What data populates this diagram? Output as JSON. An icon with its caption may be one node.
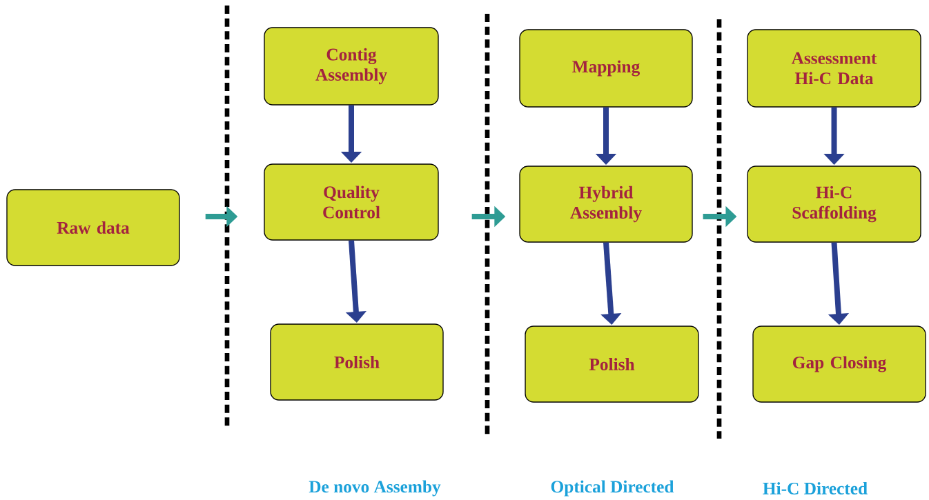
{
  "diagram": {
    "nodes": [
      {
        "text": [
          "Raw data"
        ]
      },
      {
        "text": [
          "Contig Assembly"
        ]
      },
      {
        "text": [
          "Quality Control"
        ]
      },
      {
        "text": [
          "Polish"
        ]
      },
      {
        "text": [
          "Mapping"
        ]
      },
      {
        "text": [
          "Hybrid Assembly"
        ]
      },
      {
        "text": [
          "Polish"
        ]
      },
      {
        "text": [
          "Assessment Hi-C Data"
        ]
      },
      {
        "text": [
          "Hi-C Scaffolding"
        ]
      },
      {
        "text": [
          "Gap Closing"
        ]
      }
    ],
    "edges": [
      {
        "from": 0,
        "to": 2,
        "arrow": "to",
        "color": "#2e9c94"
      },
      {
        "from": 1,
        "to": 2,
        "arrow": "to"
      },
      {
        "from": 2,
        "to": 3,
        "arrow": "to"
      },
      {
        "from": 2,
        "to": 5,
        "arrow": "to",
        "color": "#2e9c94"
      },
      {
        "from": 4,
        "to": 5,
        "arrow": "to"
      },
      {
        "from": 5,
        "to": 6,
        "arrow": "to"
      },
      {
        "from": 5,
        "to": 8,
        "arrow": "to",
        "color": "#2e9c94"
      },
      {
        "from": 7,
        "to": 8,
        "arrow": "to"
      },
      {
        "from": 8,
        "to": 9,
        "arrow": "to"
      }
    ],
    "labels": [
      "De novo Assemby",
      "Optical Directed",
      "Hi-C Directed"
    ]
  }
}
